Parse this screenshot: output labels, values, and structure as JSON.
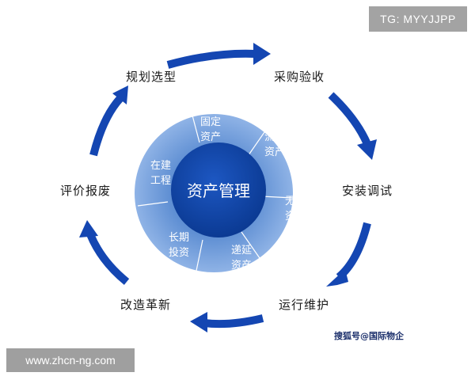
{
  "watermark": {
    "tg": "TG: MYYJJPP",
    "site": "www.zhcn-ng.com",
    "source": "搜狐号@国际物企"
  },
  "center": {
    "label": "资产管理"
  },
  "segments": [
    {
      "line1": "固定",
      "line2": "资产"
    },
    {
      "line1": "流动",
      "line2": "资产"
    },
    {
      "line1": "无形",
      "line2": "资产"
    },
    {
      "line1": "递延",
      "line2": "资产"
    },
    {
      "line1": "长期",
      "line2": "投资"
    },
    {
      "line1": "在建",
      "line2": "工程"
    }
  ],
  "lifecycle": {
    "s1": "规划选型",
    "s2": "采购验收",
    "s3": "安装调试",
    "s4": "运行维护",
    "s5": "改造革新",
    "s6": "评价报废"
  },
  "colors": {
    "ring": "#6f9ad8",
    "ring_dividers": "#ffffff",
    "center": "#0f3f9f",
    "arrow": "#1446b2",
    "segment_text": "#ffffff"
  }
}
